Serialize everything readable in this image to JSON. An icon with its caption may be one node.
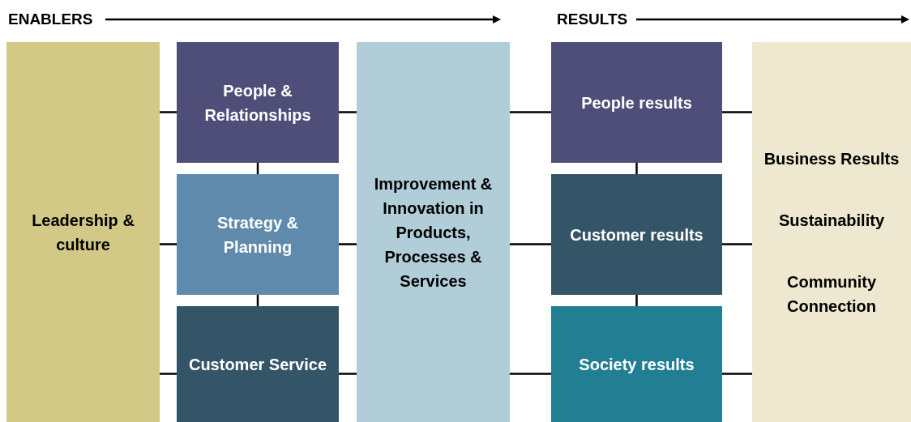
{
  "diagram": {
    "nodes": [
      {
        "text": [
          "Leadership & culture"
        ]
      },
      {
        "text": [
          "People & Relationships"
        ]
      },
      {
        "text": [
          "Strategy & Planning"
        ]
      },
      {
        "text": [
          "Customer Service"
        ]
      },
      {
        "text": [
          "Improvement & Innovation in Products, Processes & Services"
        ]
      },
      {
        "text": [
          "People results"
        ]
      },
      {
        "text": [
          "Customer results"
        ]
      },
      {
        "text": [
          "Society results"
        ]
      },
      {
        "text": [
          "Business Results",
          "Sustainability",
          "Community Connection"
        ]
      }
    ],
    "edges": [
      {
        "from": 0,
        "to": 1,
        "arrow": "none"
      },
      {
        "from": 0,
        "to": 2,
        "arrow": "none"
      },
      {
        "from": 0,
        "to": 3,
        "arrow": "none"
      },
      {
        "from": 1,
        "to": 2,
        "arrow": "none"
      },
      {
        "from": 2,
        "to": 3,
        "arrow": "none"
      },
      {
        "from": 1,
        "to": 4,
        "arrow": "none"
      },
      {
        "from": 2,
        "to": 4,
        "arrow": "none"
      },
      {
        "from": 3,
        "to": 4,
        "arrow": "none"
      },
      {
        "from": 4,
        "to": 5,
        "arrow": "none"
      },
      {
        "from": 4,
        "to": 6,
        "arrow": "none"
      },
      {
        "from": 4,
        "to": 7,
        "arrow": "none"
      },
      {
        "from": 5,
        "to": 6,
        "arrow": "none"
      },
      {
        "from": 6,
        "to": 7,
        "arrow": "none"
      },
      {
        "from": 5,
        "to": 8,
        "arrow": "none"
      },
      {
        "from": 6,
        "to": 8,
        "arrow": "none"
      },
      {
        "from": 7,
        "to": 8,
        "arrow": "none"
      }
    ],
    "labels": [
      "ENABLERS",
      "RESULTS"
    ]
  }
}
